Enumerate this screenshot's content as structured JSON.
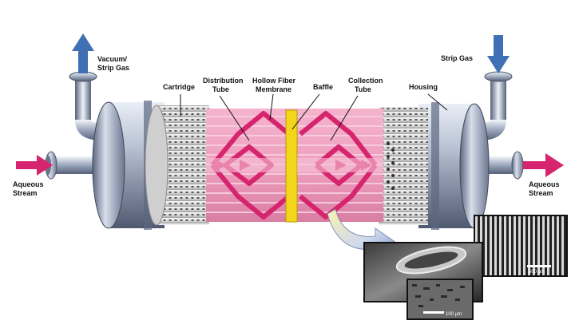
{
  "labels": {
    "vacuum_strip_gas_line1": "Vacuum/",
    "vacuum_strip_gas_line2": "Strip Gas",
    "strip_gas": "Strip Gas",
    "cartridge": "Cartridge",
    "distribution_tube_line1": "Distribution",
    "distribution_tube_line2": "Tube",
    "hollow_fiber_line1": "Hollow Fiber",
    "hollow_fiber_line2": "Membrane",
    "baffle": "Baffle",
    "collection_tube_line1": "Collection",
    "collection_tube_line2": "Tube",
    "housing": "Housing",
    "aqueous_in_line1": "Aqueous",
    "aqueous_in_line2": "Stream",
    "aqueous_out_line1": "Aqueous",
    "aqueous_out_line2": "Stream",
    "scale_bar_1": "500 µm",
    "scale_bar_2": "100 µm"
  },
  "colors": {
    "fiber_pink": "#e87aa8",
    "flow_magenta": "#d6246e",
    "baffle_yellow": "#f2d61a",
    "housing_steel": "#a8b3c7",
    "arrow_blue": "#3f6fb5"
  }
}
